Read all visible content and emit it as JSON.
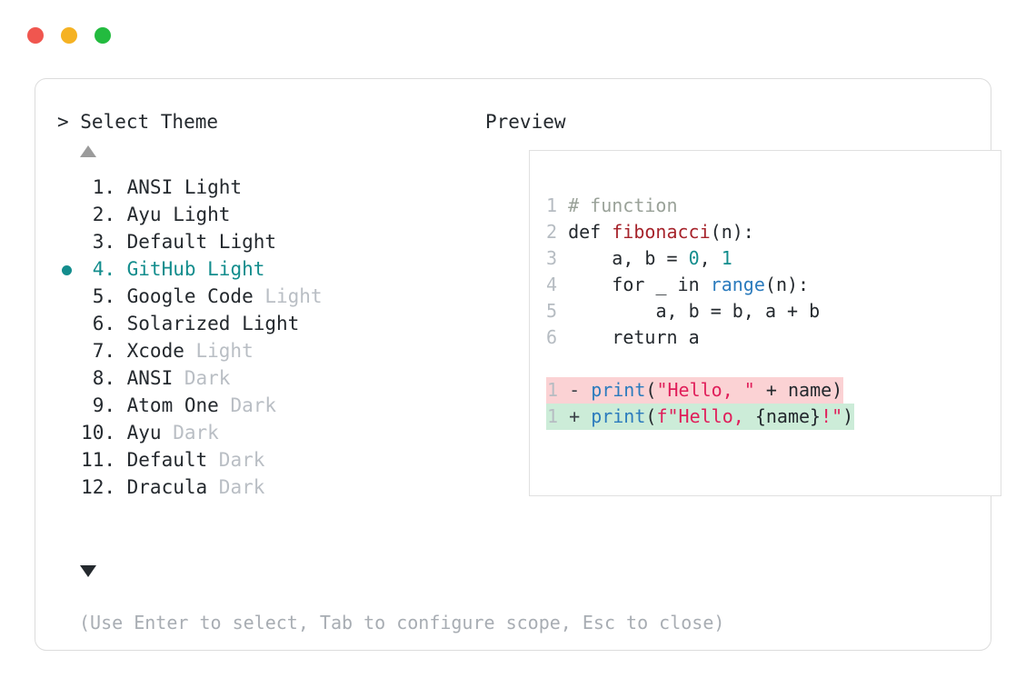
{
  "window": {
    "dots": [
      {
        "name": "close-dot",
        "color": "#f0564f"
      },
      {
        "name": "minimize-dot",
        "color": "#f5b223"
      },
      {
        "name": "maximize-dot",
        "color": "#23bb3f"
      }
    ]
  },
  "left": {
    "title": "> Select Theme",
    "scroll_up_icon": "triangle-up-icon",
    "scroll_down_icon": "triangle-down-icon",
    "selected_index": 4,
    "bullet_color": "#138d8d",
    "accent_color": "#138d8d",
    "items": [
      {
        "index": " 1.",
        "name": "ANSI",
        "suffix": " Light",
        "suffix_dim": false,
        "selected": false
      },
      {
        "index": " 2.",
        "name": "Ayu",
        "suffix": " Light",
        "suffix_dim": false,
        "selected": false
      },
      {
        "index": " 3.",
        "name": "Default",
        "suffix": " Light",
        "suffix_dim": false,
        "selected": false
      },
      {
        "index": " 4.",
        "name": "GitHub",
        "suffix": " Light",
        "suffix_dim": false,
        "selected": true
      },
      {
        "index": " 5.",
        "name": "Google Code",
        "suffix": " Light",
        "suffix_dim": true,
        "selected": false
      },
      {
        "index": " 6.",
        "name": "Solarized",
        "suffix": " Light",
        "suffix_dim": false,
        "selected": false
      },
      {
        "index": " 7.",
        "name": "Xcode",
        "suffix": " Light",
        "suffix_dim": true,
        "selected": false
      },
      {
        "index": " 8.",
        "name": "ANSI",
        "suffix": " Dark",
        "suffix_dim": true,
        "selected": false
      },
      {
        "index": " 9.",
        "name": "Atom One",
        "suffix": " Dark",
        "suffix_dim": true,
        "selected": false
      },
      {
        "index": "10.",
        "name": "Ayu",
        "suffix": " Dark",
        "suffix_dim": true,
        "selected": false
      },
      {
        "index": "11.",
        "name": "Default",
        "suffix": " Dark",
        "suffix_dim": true,
        "selected": false
      },
      {
        "index": "12.",
        "name": "Dracula",
        "suffix": " Dark",
        "suffix_dim": true,
        "selected": false
      }
    ]
  },
  "footer": {
    "hint": "(Use Enter to select, Tab to configure scope, Esc to close)"
  },
  "preview": {
    "title": "Preview",
    "code_lines": [
      {
        "ln": "1",
        "text": "# function"
      },
      {
        "ln": "2",
        "text": "def fibonacci(n):"
      },
      {
        "ln": "3",
        "text": "    a, b = 0, 1"
      },
      {
        "ln": "4",
        "text": "    for _ in range(n):"
      },
      {
        "ln": "5",
        "text": "        a, b = b, a + b"
      },
      {
        "ln": "6",
        "text": "    return a"
      }
    ],
    "diff_lines": [
      {
        "ln": "1",
        "sign": "-",
        "text": "print(\"Hello, \" + name)",
        "kind": "deletion",
        "bg": "#fbd2d4"
      },
      {
        "ln": "1",
        "sign": "+",
        "text": "print(f\"Hello, {name}!\")",
        "kind": "addition",
        "bg": "#ccecd8"
      }
    ]
  }
}
